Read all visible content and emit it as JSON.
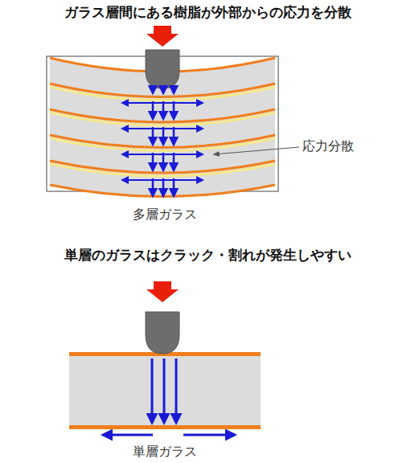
{
  "diagram": {
    "title": "ガラス層間にある樹脂が外部からの応力を分散",
    "labels": [
      "応力分散",
      "多層ガラス",
      "単層のガラスはクラック・割れが発生しやすい",
      "単層ガラス"
    ]
  }
}
